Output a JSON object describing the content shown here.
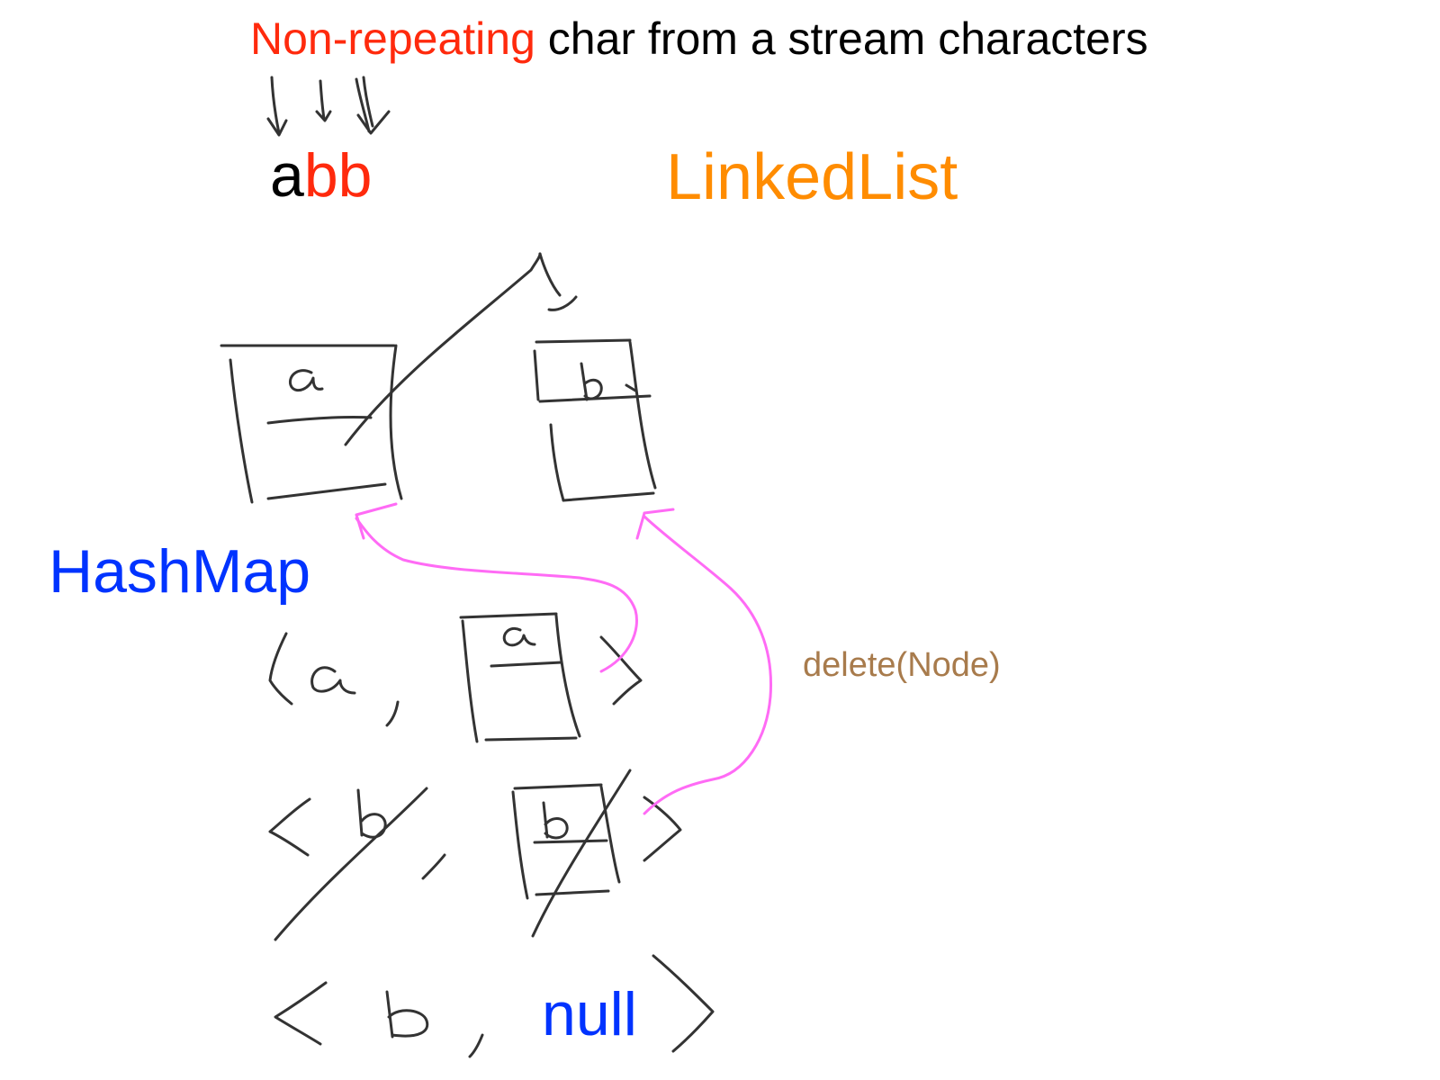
{
  "title": {
    "highlight": "Non-repeating",
    "rest": " char from a stream characters"
  },
  "stream": {
    "first": "a",
    "rest": "bb"
  },
  "labels": {
    "linked_list": "LinkedList",
    "hash_map": "HashMap",
    "null": "null",
    "delete": "delete(Node)"
  },
  "handwritten": {
    "node_a": "a",
    "node_b": "b",
    "map_entry_1": "<a, [a]>",
    "map_entry_2_crossed": "<b, [b]>",
    "map_entry_3": "<b, null>"
  },
  "colors": {
    "title_highlight": "#ff2a0d",
    "linked_list": "#ff8c00",
    "hash_map": "#0033ff",
    "null": "#0033ff",
    "delete": "#a87b4c",
    "pointer_arrows": "#ff6bf5",
    "ink": "#333333"
  }
}
